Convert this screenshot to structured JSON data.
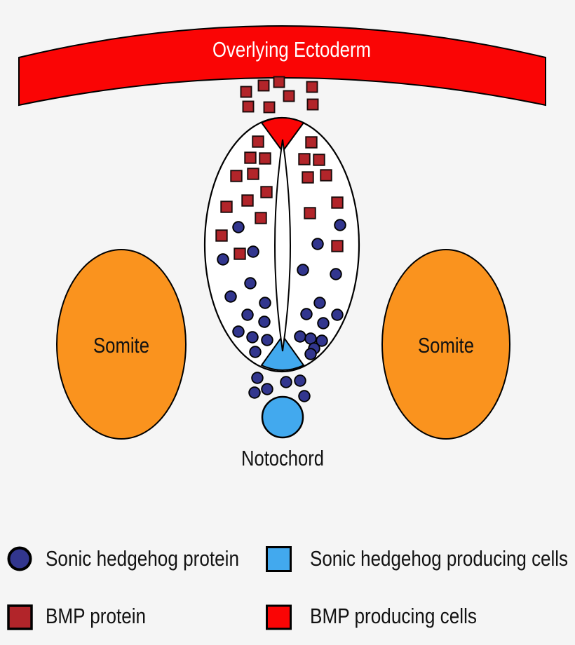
{
  "labels": {
    "ectoderm": "Overlying Ectoderm",
    "somite_left": "Somite",
    "somite_right": "Somite",
    "notochord": "Notochord"
  },
  "legend": {
    "items": [
      {
        "label": "Sonic hedgehog protein",
        "swatch": "circle",
        "color": "#32368e"
      },
      {
        "label": "Sonic hedgehog producing cells",
        "swatch": "square",
        "color": "#42a9ee"
      },
      {
        "label": "BMP protein",
        "swatch": "square",
        "color": "#b2252a"
      },
      {
        "label": "BMP producing cells",
        "swatch": "square",
        "color": "#fa0505"
      }
    ]
  },
  "colors": {
    "background": "#f5f5f5",
    "ectoderm_red": "#fa0505",
    "bmp_protein_red": "#b2252a",
    "shh_protein_navy": "#32368e",
    "shh_cells_blue": "#42a9ee",
    "somite_orange": "#fa931e",
    "tube_white": "#ffffff",
    "outline_black": "#000000"
  },
  "markers": {
    "bmp_gap_squares": [
      [
        351,
        131
      ],
      [
        376,
        122
      ],
      [
        398,
        117
      ],
      [
        412,
        137
      ],
      [
        445,
        124
      ],
      [
        354,
        152
      ],
      [
        384,
        153
      ],
      [
        446,
        149
      ]
    ],
    "bmp_tube_squares": [
      [
        368,
        202
      ],
      [
        357,
        225
      ],
      [
        378,
        226
      ],
      [
        337,
        251
      ],
      [
        361,
        248
      ],
      [
        380,
        274
      ],
      [
        353,
        286
      ],
      [
        323,
        295
      ],
      [
        372,
        311
      ],
      [
        316,
        336
      ],
      [
        342,
        362
      ],
      [
        444,
        203
      ],
      [
        434,
        227
      ],
      [
        455,
        228
      ],
      [
        439,
        253
      ],
      [
        465,
        250
      ],
      [
        481,
        289
      ],
      [
        442,
        304
      ],
      [
        481,
        351
      ]
    ],
    "shh_tube_circles": [
      [
        340,
        324
      ],
      [
        361,
        359
      ],
      [
        318,
        370
      ],
      [
        357,
        404
      ],
      [
        329,
        423
      ],
      [
        378,
        432
      ],
      [
        353,
        449
      ],
      [
        377,
        459
      ],
      [
        340,
        473
      ],
      [
        360,
        481
      ],
      [
        381,
        485
      ],
      [
        364,
        502
      ],
      [
        485,
        321
      ],
      [
        453,
        348
      ],
      [
        432,
        385
      ],
      [
        479,
        391
      ],
      [
        456,
        432
      ],
      [
        437,
        448
      ],
      [
        481,
        449
      ],
      [
        461,
        461
      ],
      [
        428,
        480
      ],
      [
        443,
        483
      ],
      [
        459,
        486
      ],
      [
        448,
        497
      ],
      [
        443,
        505
      ]
    ],
    "shh_below_circles": [
      [
        367,
        539
      ],
      [
        408,
        545
      ],
      [
        428,
        543
      ],
      [
        381,
        555
      ],
      [
        363,
        560
      ],
      [
        434,
        565
      ]
    ]
  }
}
